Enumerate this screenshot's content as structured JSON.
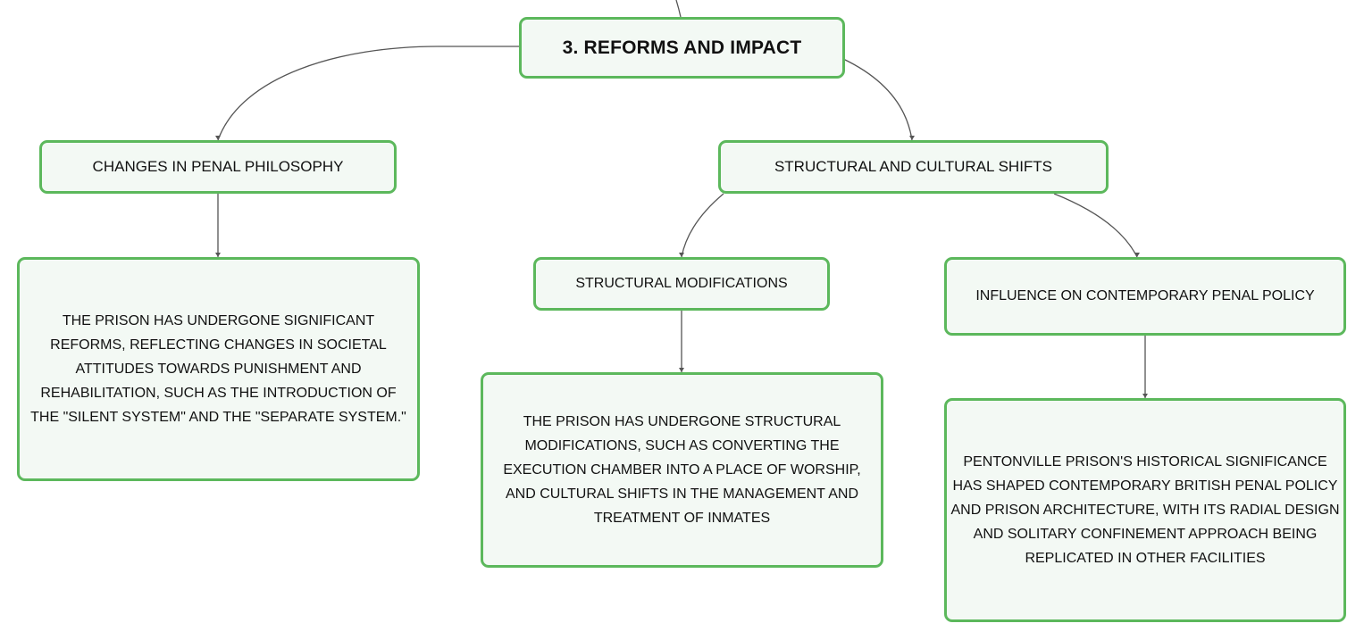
{
  "colors": {
    "node_border": "#5cb85c",
    "node_fill": "#f3f9f4",
    "connector": "#555555",
    "text": "#111111"
  },
  "mindmap": {
    "root": {
      "label": "3. REFORMS AND IMPACT"
    },
    "left_branch": {
      "label": "CHANGES IN PENAL PHILOSOPHY",
      "detail": "THE PRISON HAS UNDERGONE SIGNIFICANT REFORMS, REFLECTING CHANGES IN SOCIETAL ATTITUDES TOWARDS PUNISHMENT AND REHABILITATION, SUCH AS THE INTRODUCTION OF THE \"SILENT SYSTEM\" AND THE \"SEPARATE SYSTEM.\""
    },
    "right_branch": {
      "label": "STRUCTURAL AND CULTURAL SHIFTS",
      "children": [
        {
          "label": "STRUCTURAL MODIFICATIONS",
          "detail": "THE PRISON HAS UNDERGONE STRUCTURAL MODIFICATIONS, SUCH AS CONVERTING THE EXECUTION CHAMBER INTO A PLACE OF WORSHIP, AND CULTURAL SHIFTS IN THE MANAGEMENT AND TREATMENT OF INMATES"
        },
        {
          "label": "INFLUENCE ON CONTEMPORARY PENAL POLICY",
          "detail": "PENTONVILLE PRISON'S HISTORICAL SIGNIFICANCE HAS SHAPED CONTEMPORARY BRITISH PENAL POLICY AND PRISON ARCHITECTURE, WITH ITS RADIAL DESIGN AND SOLITARY CONFINEMENT APPROACH BEING REPLICATED IN OTHER FACILITIES"
        }
      ]
    }
  }
}
